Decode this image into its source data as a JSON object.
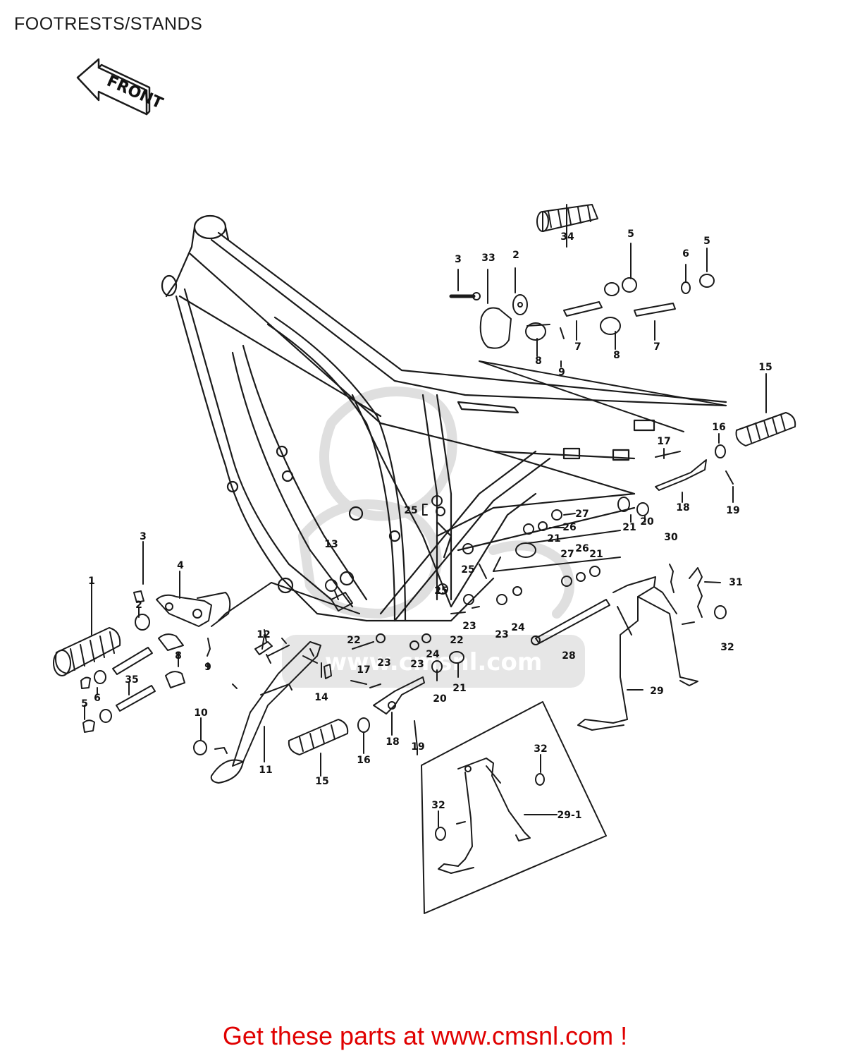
{
  "page": {
    "title": "FOOTRESTS/STANDS",
    "front_label": "FRONT",
    "watermark": "www.cmsnl.com",
    "footer": "Get these parts at www.cmsnl.com !"
  },
  "colors": {
    "line": "#1a1a1a",
    "footer_text": "#e00000",
    "watermark": "#d8d8d8"
  },
  "callouts": [
    {
      "id": "c-3-top",
      "label": "3"
    },
    {
      "id": "c-33",
      "label": "33"
    },
    {
      "id": "c-2-top",
      "label": "2"
    },
    {
      "id": "c-34",
      "label": "34"
    },
    {
      "id": "c-5-top-a",
      "label": "5"
    },
    {
      "id": "c-6-top",
      "label": "6"
    },
    {
      "id": "c-5-top-b",
      "label": "5"
    },
    {
      "id": "c-8-top-a",
      "label": "8"
    },
    {
      "id": "c-7-top-a",
      "label": "7"
    },
    {
      "id": "c-8-top-b",
      "label": "8"
    },
    {
      "id": "c-7-top-b",
      "label": "7"
    },
    {
      "id": "c-9-top",
      "label": "9"
    },
    {
      "id": "c-15-right",
      "label": "15"
    },
    {
      "id": "c-16-right",
      "label": "16"
    },
    {
      "id": "c-17-right",
      "label": "17"
    },
    {
      "id": "c-18-right",
      "label": "18"
    },
    {
      "id": "c-19-right",
      "label": "19"
    },
    {
      "id": "c-21-a",
      "label": "21"
    },
    {
      "id": "c-20-a",
      "label": "20"
    },
    {
      "id": "c-25-a",
      "label": "25"
    },
    {
      "id": "c-27-a",
      "label": "27"
    },
    {
      "id": "c-26-a",
      "label": "26"
    },
    {
      "id": "c-21-b",
      "label": "21"
    },
    {
      "id": "c-21-c",
      "label": "21"
    },
    {
      "id": "c-27-b",
      "label": "27"
    },
    {
      "id": "c-26-b",
      "label": "26"
    },
    {
      "id": "c-30",
      "label": "30"
    },
    {
      "id": "c-31",
      "label": "31"
    },
    {
      "id": "c-32-right",
      "label": "32"
    },
    {
      "id": "c-13",
      "label": "13"
    },
    {
      "id": "c-25-b",
      "label": "25"
    },
    {
      "id": "c-25-c",
      "label": "25"
    },
    {
      "id": "c-22-a",
      "label": "22"
    },
    {
      "id": "c-23-a",
      "label": "23"
    },
    {
      "id": "c-22-b",
      "label": "22"
    },
    {
      "id": "c-23-b",
      "label": "23"
    },
    {
      "id": "c-24-a",
      "label": "24"
    },
    {
      "id": "c-23-c",
      "label": "23"
    },
    {
      "id": "c-23-d",
      "label": "23"
    },
    {
      "id": "c-24-b",
      "label": "24"
    },
    {
      "id": "c-28",
      "label": "28"
    },
    {
      "id": "c-29",
      "label": "29"
    },
    {
      "id": "c-3-left",
      "label": "3"
    },
    {
      "id": "c-4",
      "label": "4"
    },
    {
      "id": "c-1",
      "label": "1"
    },
    {
      "id": "c-2-left",
      "label": "2"
    },
    {
      "id": "c-8-left",
      "label": "8"
    },
    {
      "id": "c-9-left",
      "label": "9"
    },
    {
      "id": "c-35",
      "label": "35"
    },
    {
      "id": "c-6-left",
      "label": "6"
    },
    {
      "id": "c-5-left",
      "label": "5"
    },
    {
      "id": "c-12",
      "label": "12"
    },
    {
      "id": "c-14",
      "label": "14"
    },
    {
      "id": "c-17-left",
      "label": "17"
    },
    {
      "id": "c-20-b",
      "label": "20"
    },
    {
      "id": "c-21-d",
      "label": "21"
    },
    {
      "id": "c-10",
      "label": "10"
    },
    {
      "id": "c-11",
      "label": "11"
    },
    {
      "id": "c-15-left",
      "label": "15"
    },
    {
      "id": "c-16-left",
      "label": "16"
    },
    {
      "id": "c-18-left",
      "label": "18"
    },
    {
      "id": "c-19-left",
      "label": "19"
    },
    {
      "id": "c-32-inset-a",
      "label": "32"
    },
    {
      "id": "c-32-inset-b",
      "label": "32"
    },
    {
      "id": "c-29-1",
      "label": "29-1"
    }
  ]
}
